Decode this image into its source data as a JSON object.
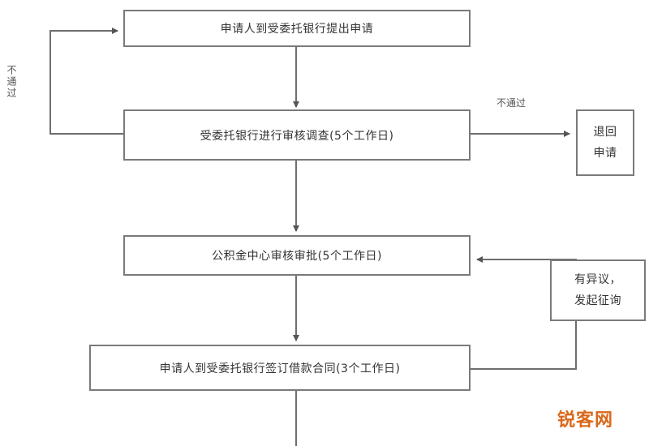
{
  "flow": {
    "step1": "申请人到受委托银行提出申请",
    "step2": "受委托银行进行审核调查(5个工作日)",
    "step3": "公积金中心审核审批(5个工作日)",
    "step4": "申请人到受委托银行签订借款合同(3个工作日)",
    "reject_box": {
      "line1": "退回",
      "line2": "申请"
    },
    "supplement_box": {
      "line1": "有异议，",
      "line2": "发起征询"
    },
    "label_not_pass_left": "不通过",
    "label_not_pass_right": "不通过"
  },
  "watermark": "锐客网",
  "colors": {
    "border": "#7a7a7a",
    "line": "#6e6e6e",
    "watermark": "#d9681a"
  }
}
